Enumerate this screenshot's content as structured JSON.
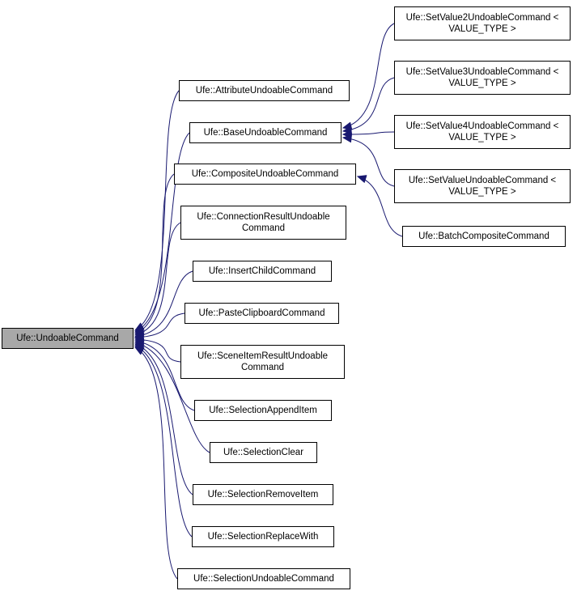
{
  "colors": {
    "edge": "#191970",
    "node_border": "#000000",
    "node_bg": "#ffffff",
    "root_bg": "#a8a8a8"
  },
  "nodes": {
    "root": {
      "label": "Ufe::UndoableCommand"
    },
    "attribute": {
      "label": "Ufe::AttributeUndoableCommand"
    },
    "base": {
      "label": "Ufe::BaseUndoableCommand"
    },
    "composite": {
      "label": "Ufe::CompositeUndoableCommand"
    },
    "connection": {
      "label": "Ufe::ConnectionResultUndoable Command"
    },
    "insert_child": {
      "label": "Ufe::InsertChildCommand"
    },
    "paste_clipboard": {
      "label": "Ufe::PasteClipboardCommand"
    },
    "scene_item": {
      "label": "Ufe::SceneItemResultUndoable Command"
    },
    "selection_append": {
      "label": "Ufe::SelectionAppendItem"
    },
    "selection_clear": {
      "label": "Ufe::SelectionClear"
    },
    "selection_remove": {
      "label": "Ufe::SelectionRemoveItem"
    },
    "selection_replace": {
      "label": "Ufe::SelectionReplaceWith"
    },
    "selection_undoable": {
      "label": "Ufe::SelectionUndoableCommand"
    },
    "set_value2": {
      "label": "Ufe::SetValue2UndoableCommand < VALUE_TYPE >"
    },
    "set_value3": {
      "label": "Ufe::SetValue3UndoableCommand < VALUE_TYPE >"
    },
    "set_value4": {
      "label": "Ufe::SetValue4UndoableCommand < VALUE_TYPE >"
    },
    "set_value": {
      "label": "Ufe::SetValueUndoableCommand < VALUE_TYPE >"
    },
    "batch_composite": {
      "label": "Ufe::BatchCompositeCommand"
    }
  }
}
